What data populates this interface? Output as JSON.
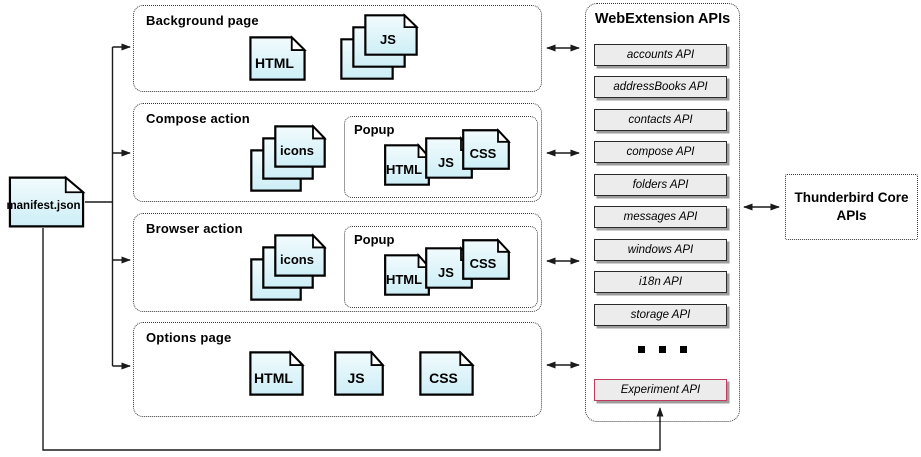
{
  "diagram": {
    "manifest_label": "manifest.json",
    "background": {
      "title": "Background page"
    },
    "compose": {
      "title": "Compose action",
      "popup_title": "Popup"
    },
    "browser": {
      "title": "Browser action",
      "popup_title": "Popup"
    },
    "options": {
      "title": "Options page"
    },
    "file_labels": {
      "html": "HTML",
      "js": "JS",
      "css": "CSS",
      "icons": "icons"
    },
    "api_panel": {
      "title": "WebExtension APIs",
      "apis": [
        "accounts API",
        "addressBooks API",
        "contacts API",
        "compose API",
        "folders API",
        "messages API",
        "windows API",
        "i18n API",
        "storage API"
      ],
      "experiment_api": "Experiment API"
    },
    "core_apis": {
      "title": "Thunderbird Core APIs"
    },
    "colors": {
      "file_fill_top": "#f2fbfd",
      "file_fill_bottom": "#cdeef6",
      "api_button_fill": "#ececec",
      "experiment_border": "#c23a5e",
      "line": "#1a1a1a"
    }
  }
}
